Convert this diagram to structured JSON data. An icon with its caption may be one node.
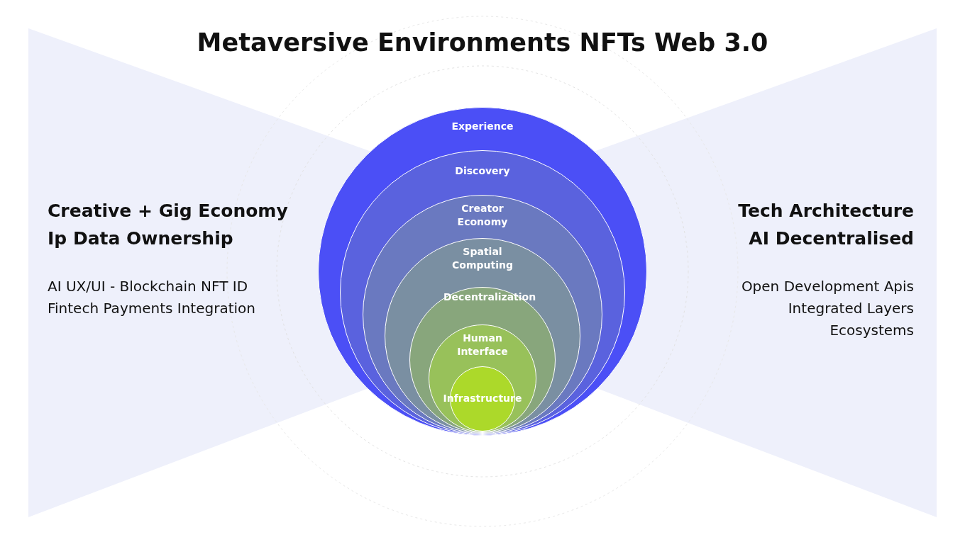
{
  "diagram": {
    "title": "Metaversive Environments NFTs Web 3.0",
    "nodes": [
      {
        "text": [
          "Experience"
        ]
      },
      {
        "text": [
          "Discovery"
        ],
        "in": 0
      },
      {
        "text": [
          "Creator Economy"
        ],
        "in": 1
      },
      {
        "text": [
          "Spatial Computing"
        ],
        "in": 2
      },
      {
        "text": [
          "Decentralization"
        ],
        "in": 3
      },
      {
        "text": [
          "Human Interface"
        ],
        "in": 4
      },
      {
        "text": [
          "Infrastructure"
        ],
        "in": 5
      }
    ],
    "labels": [
      "Creative + Gig Economy",
      "Ip Data Ownership",
      "AI UX/UI - Blockchain NFT ID",
      "Fintech Payments Integration",
      "Tech Architecture",
      "AI Decentralised",
      "Open Development Apis",
      "Integrated Layers",
      "Ecosystems"
    ]
  }
}
